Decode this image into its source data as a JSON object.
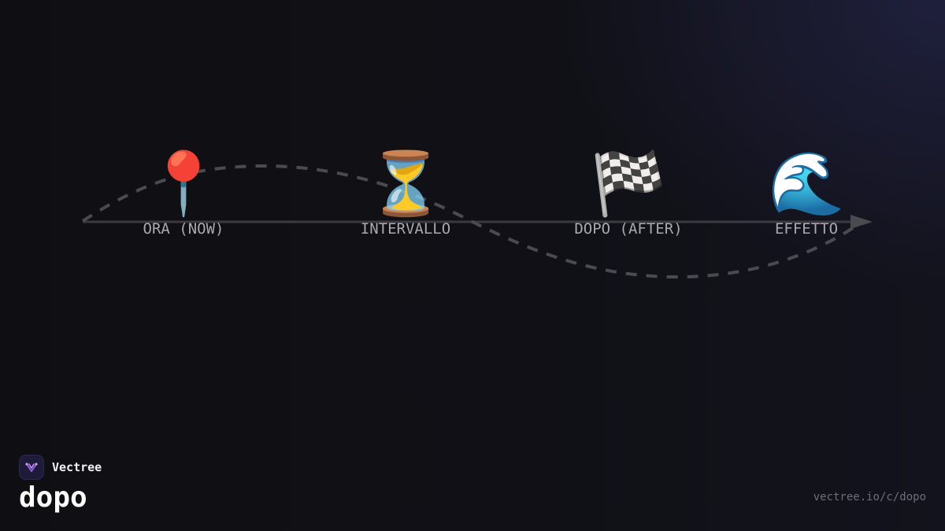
{
  "brand": {
    "name": "Vectree",
    "logo_icon": "vectree-logo-icon",
    "accent": "#9b5de5"
  },
  "page": {
    "title": "dopo",
    "url": "vectree.io/c/dopo"
  },
  "diagram": {
    "type": "timeline",
    "axis_color": "#3a3a40",
    "wave_color": "#4a4a50",
    "label_color": "#a8a8ae",
    "steps": [
      {
        "label": "ORA (NOW)",
        "icon": "round-pushpin-icon",
        "glyph": "📍"
      },
      {
        "label": "INTERVALLO",
        "icon": "hourglass-icon",
        "glyph": "⏳"
      },
      {
        "label": "DOPO (AFTER)",
        "icon": "chequered-flag-icon",
        "glyph": "🏁"
      },
      {
        "label": "EFFETTO",
        "icon": "water-wave-icon",
        "glyph": "🌊"
      }
    ]
  }
}
